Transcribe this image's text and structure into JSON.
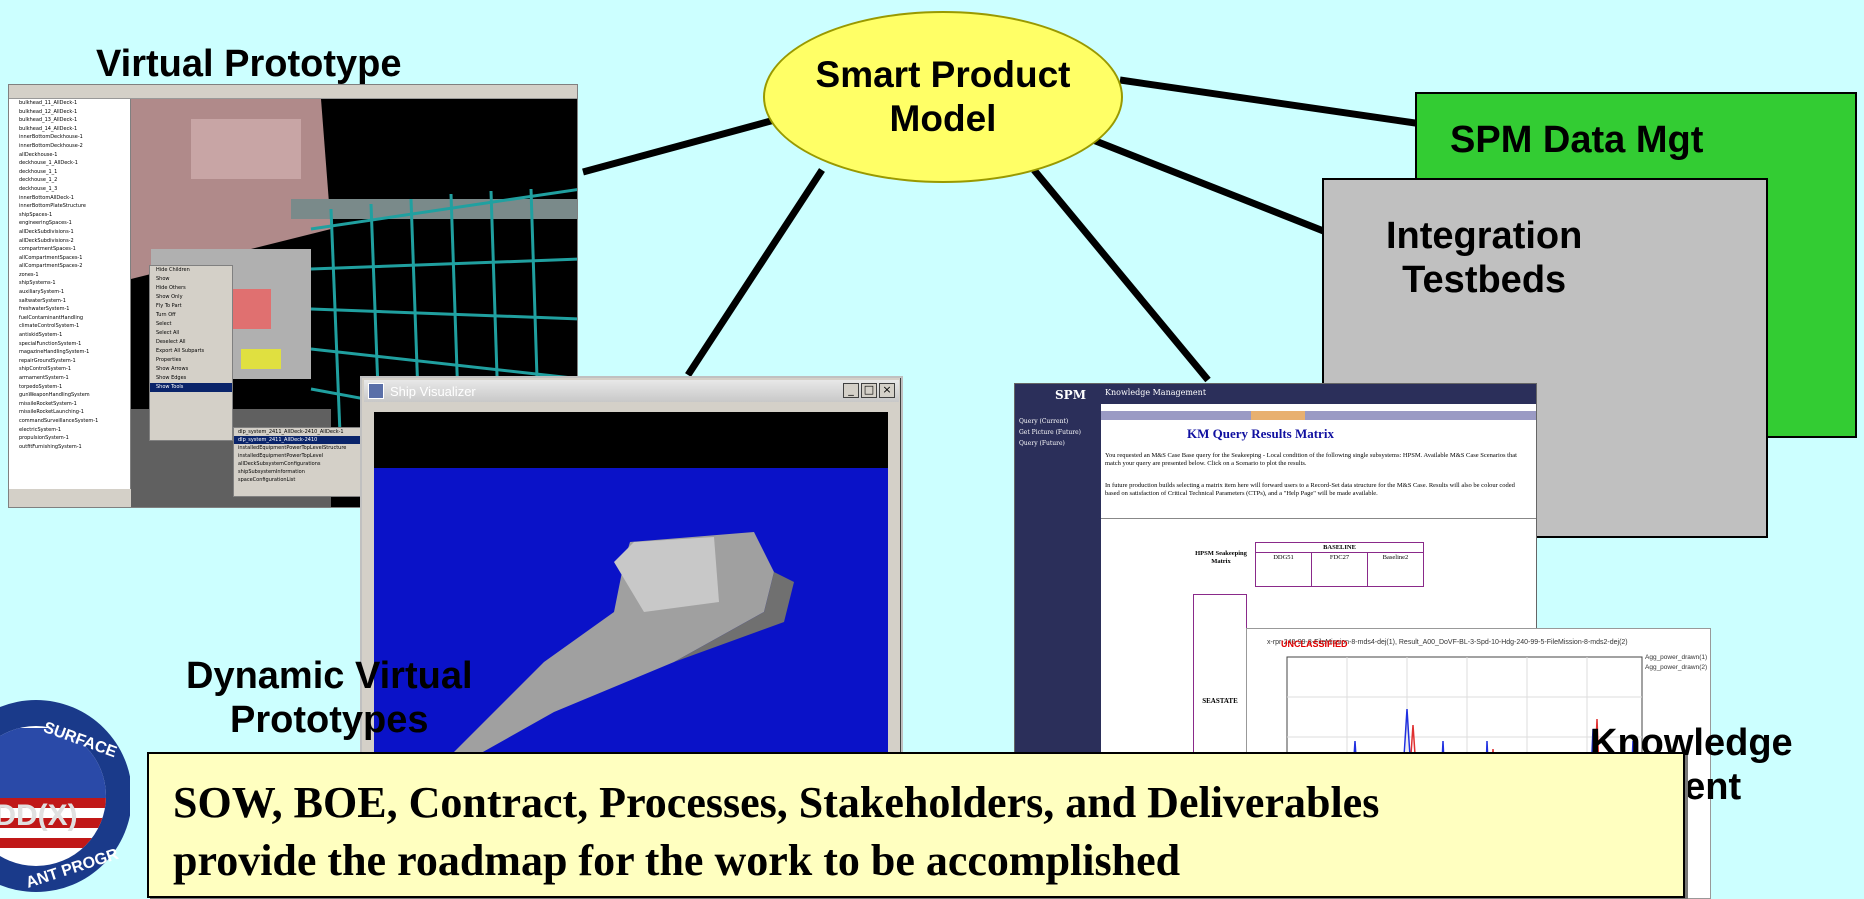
{
  "labels": {
    "virtual_prototype": "Virtual Prototype",
    "smart_product_model_line1": "Smart Product",
    "smart_product_model_line2": "Model",
    "spm_data_mgt": "SPM Data Mgt",
    "integration_line1": "Integration",
    "integration_line2": "Testbeds",
    "dynamic_line1": "Dynamic Virtual",
    "dynamic_line2": "Prototypes",
    "km_line1": "Knowledge",
    "km_line2": "gement"
  },
  "banner": {
    "line1": "SOW, BOE, Contract, Processes, Stakeholders, and Deliverables",
    "line2": "provide the roadmap for the work to be accomplished"
  },
  "ship_visualizer": {
    "title": "Ship Visualizer",
    "min_btn": "_",
    "max_btn": "□",
    "close_btn": "×"
  },
  "km_window": {
    "logo": "SPM",
    "header_title": "Knowledge Management",
    "side_items": [
      "Query (Current)",
      "Get Picture (Future)",
      "Query (Future)"
    ],
    "heading": "KM Query Results Matrix",
    "para1": "You requested an M&S Case Base query for the Seakeeping - Local condition of the following single subsystems: HPSM. Available M&S Case Scenarios that match your query are presented below. Click on a Scenario to plot the results.",
    "para2": "In future production builds selecting a matrix item here will forward users to a Record-Set data structure for the M&S Case. Results will also be colour coded based on satisfaction of Critical Technical Parameters (CTPs), and a \"Help Page\" will be made available.",
    "matrix_label": "HPSM Seakeeping Matrix",
    "baseline": "BASELINE",
    "columns": [
      "DDG51",
      "FDC27",
      "Baseline2"
    ],
    "seastate": "SEASTATE"
  },
  "plot": {
    "title": "x-rpr-240-99-8-FileMission-8-mds4-dej(1), Result_A00_DoVF-BL-3-Spd-10-Hdg-240-99-5-FileMission-8-mds2-dej(2)",
    "unclassified": "UNCLASSIFIED",
    "legend": [
      "Agg_power_drawn(1)",
      "Agg_power_drawn(2)"
    ]
  },
  "vp_tree": [
    "bulkhead_11_AllDeck-1",
    "bulkhead_12_AllDeck-1",
    "bulkhead_13_AllDeck-1",
    "bulkhead_14_AllDeck-1",
    "innerBottomDeckhouse-1",
    "innerBottomDeckhouse-2",
    "allDeckhouse-1",
    "deckhouse_1_AllDeck-1",
    "deckhouse_1_1",
    "deckhouse_1_2",
    "deckhouse_1_3",
    "innerBottomAllDeck-1",
    "innerBottomPlateStructure",
    "shipSpaces-1",
    "engineeringSpaces-1",
    "allDeckSubdivisions-1",
    "allDeckSubdivisions-2",
    "compartmentSpaces-1",
    "allCompartmentSpaces-1",
    "allCompartmentSpaces-2",
    "zones-1",
    "shipSystems-1",
    "auxiliarySystem-1",
    "saltwaterSystem-1",
    "freshwaterSystem-1",
    "fuelContaminantHandling",
    "climateControlSystem-1",
    "antiskidSystem-1",
    "specialFunctionSystem-1",
    "magazineHandlingSystem-1",
    "repairGroundSystem-1",
    "shipControlSystem-1",
    "armamentSystem-1",
    "torpedoSystem-1",
    "gunWeaponHandlingSystem",
    "missileRocketSystem-1",
    "missileRocketLaunching-1",
    "commandSurveillanceSystem-1",
    "electricSystem-1",
    "propulsionSystem-1",
    "outfitFurnishingSystem-1"
  ],
  "vp_ctx": [
    "Hide Children",
    "Show",
    "Hide Others",
    "Show Only",
    "Fly To Part",
    "Turn Off",
    "Select",
    "Select All",
    "Deselect All",
    "Export All Subparts",
    "Properties",
    "Show Arrows",
    "Show Edges",
    "Show Tools"
  ],
  "vp_sub": [
    "dlp_system_2411_AllDeck-2410_AllDeck-1",
    "dlp_system_2411_AllDeck-2410",
    "installedEquipmentPowerTopLevelStructure",
    "installedEquipmentPowerTopLevel",
    "allDeckSubsystemConfigurations",
    "shipSubsystemInformation",
    "spaceConfigurationList"
  ],
  "colors": {
    "background": "#ccffff",
    "ellipse": "#ffff66",
    "spm_mgt": "#33cc33",
    "testbeds": "#c0c0c0",
    "banner": "#ffffc0"
  },
  "seal_text": {
    "top": "SURFACE",
    "bottom": "ANT PROGR",
    "center": "DD(X)"
  }
}
